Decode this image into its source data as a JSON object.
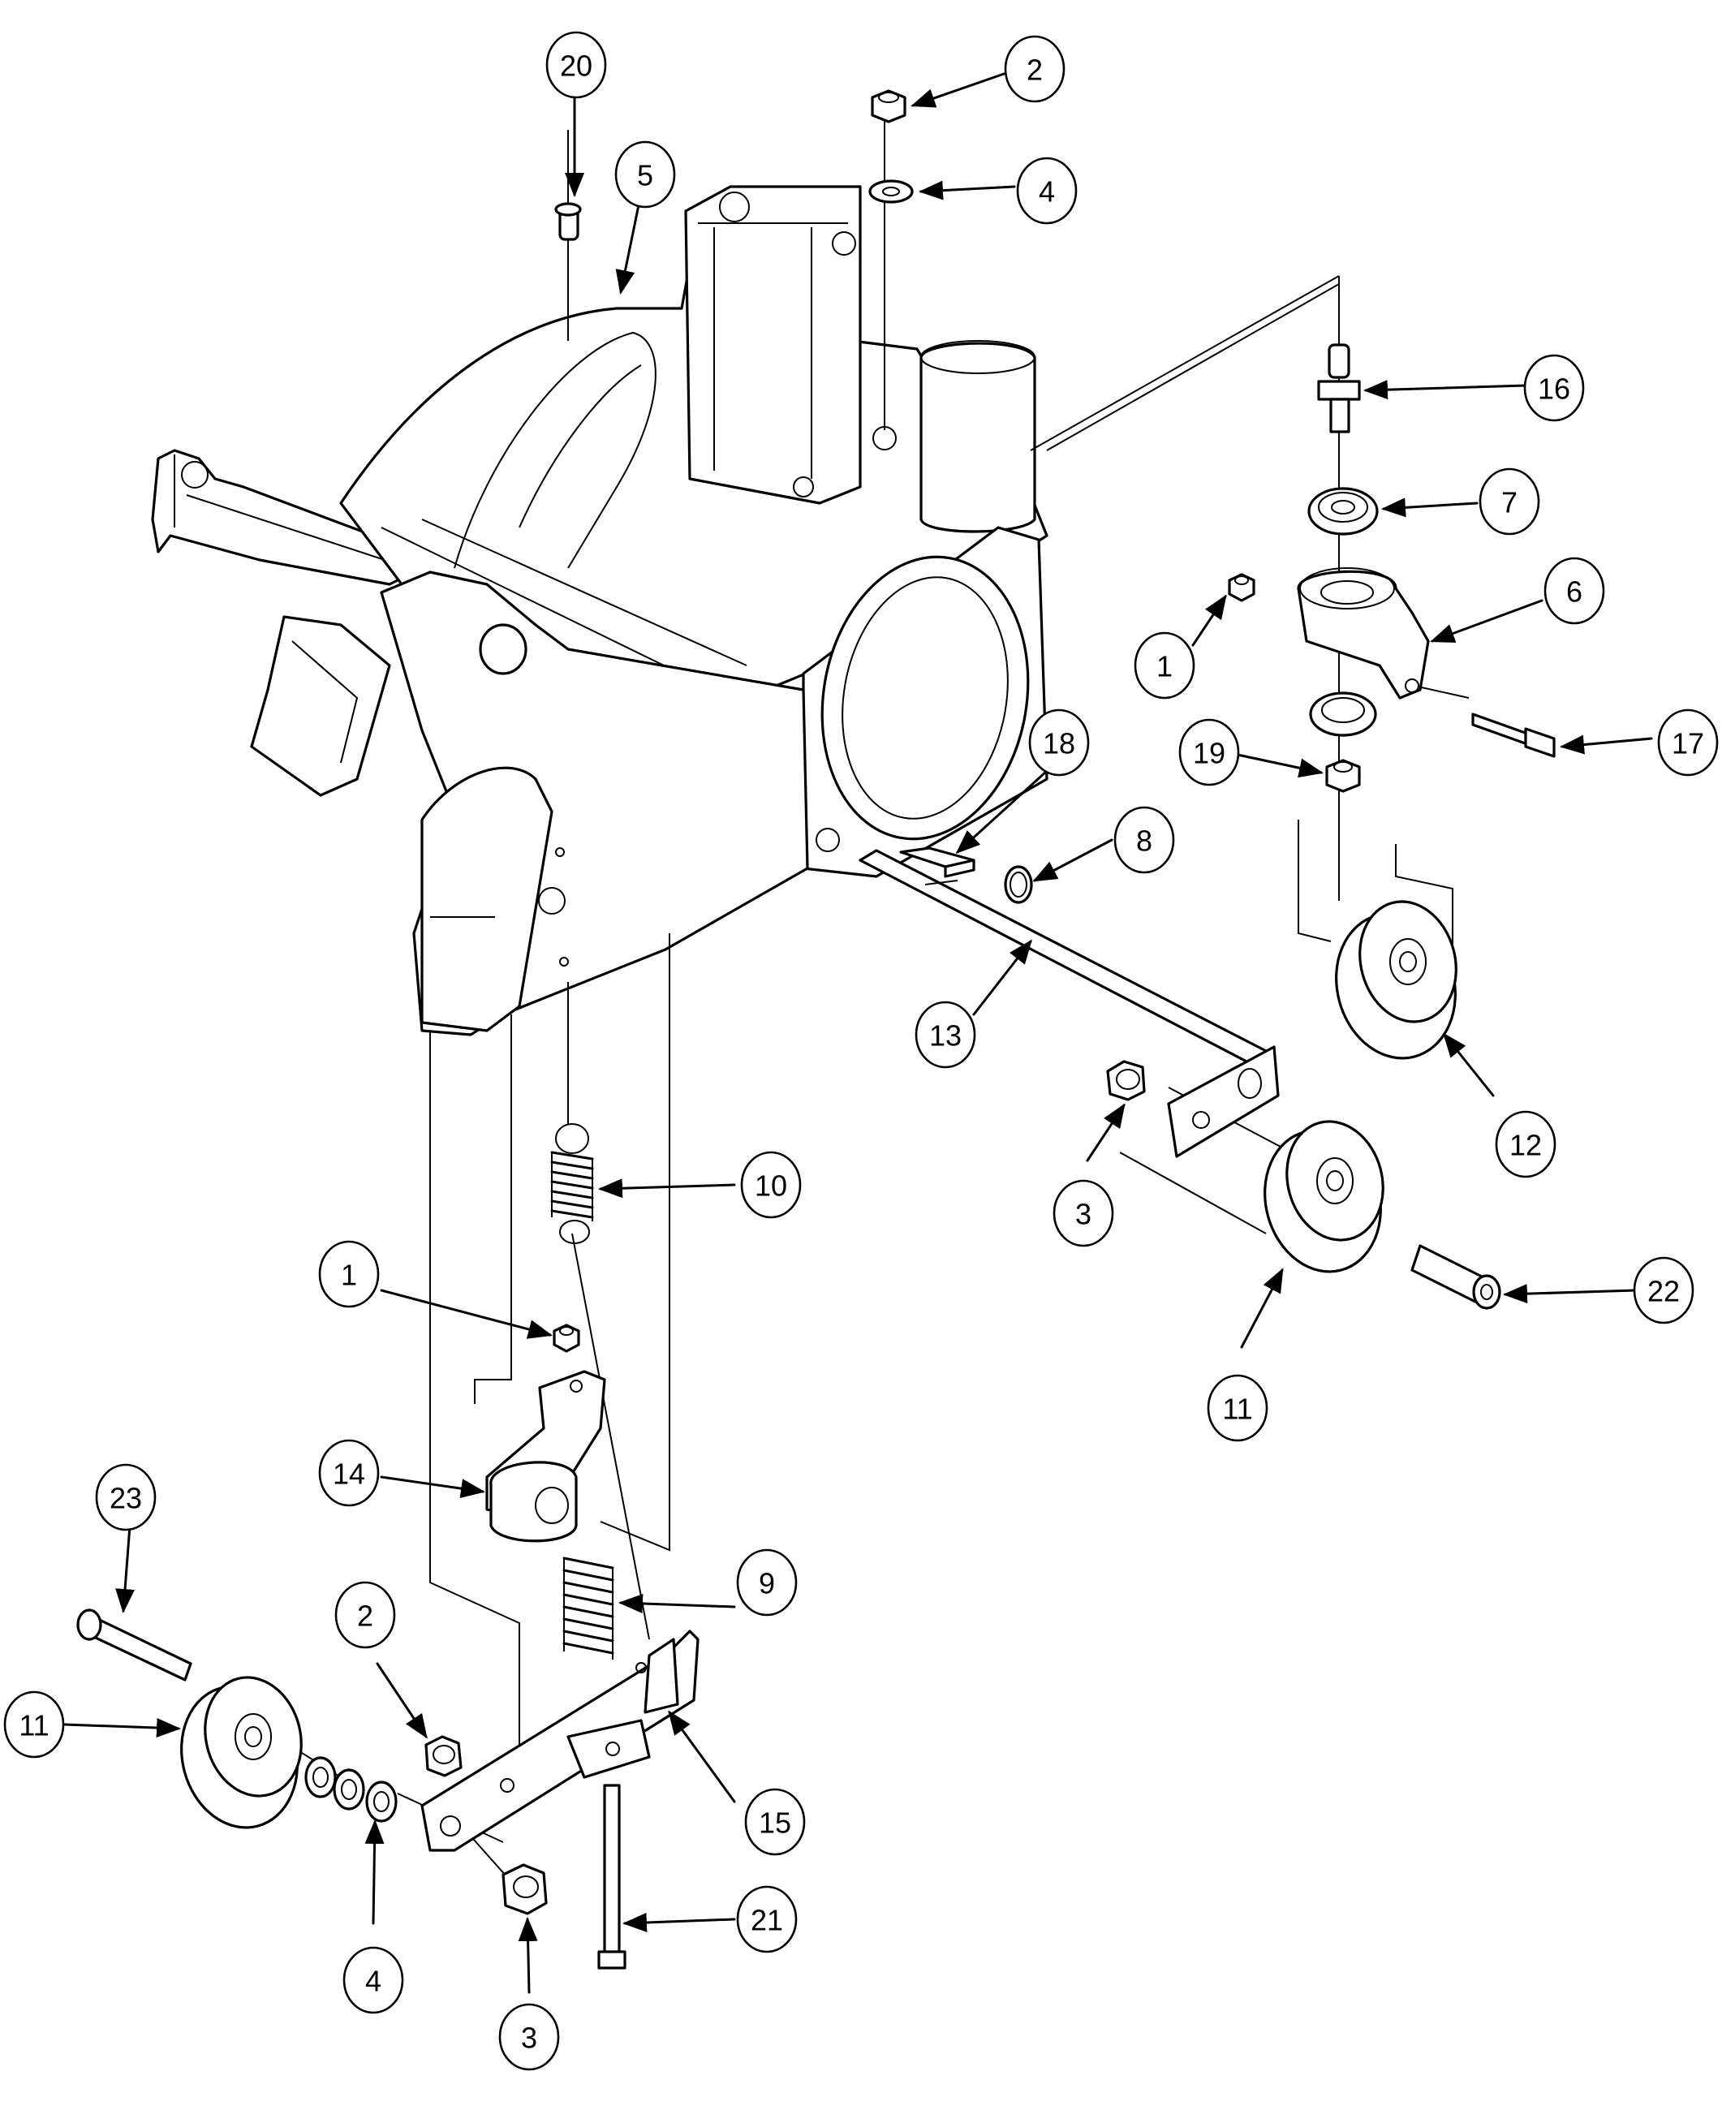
{
  "callouts": [
    {
      "id": "c20a",
      "label": "20"
    },
    {
      "id": "c5",
      "label": "5"
    },
    {
      "id": "c2a",
      "label": "2"
    },
    {
      "id": "c4a",
      "label": "4"
    },
    {
      "id": "c16",
      "label": "16"
    },
    {
      "id": "c7",
      "label": "7"
    },
    {
      "id": "c6",
      "label": "6"
    },
    {
      "id": "c1a",
      "label": "1"
    },
    {
      "id": "c17",
      "label": "17"
    },
    {
      "id": "c19",
      "label": "19"
    },
    {
      "id": "c18",
      "label": "18"
    },
    {
      "id": "c8",
      "label": "8"
    },
    {
      "id": "c13",
      "label": "13"
    },
    {
      "id": "c12",
      "label": "12"
    },
    {
      "id": "c3a",
      "label": "3"
    },
    {
      "id": "c10",
      "label": "10"
    },
    {
      "id": "c22",
      "label": "22"
    },
    {
      "id": "c11a",
      "label": "11"
    },
    {
      "id": "c1b",
      "label": "1"
    },
    {
      "id": "c14",
      "label": "14"
    },
    {
      "id": "c9",
      "label": "9"
    },
    {
      "id": "c23",
      "label": "23"
    },
    {
      "id": "c2b",
      "label": "2"
    },
    {
      "id": "c11b",
      "label": "11"
    },
    {
      "id": "c15",
      "label": "15"
    },
    {
      "id": "c4b",
      "label": "4"
    },
    {
      "id": "c21",
      "label": "21"
    },
    {
      "id": "c3b",
      "label": "3"
    }
  ]
}
